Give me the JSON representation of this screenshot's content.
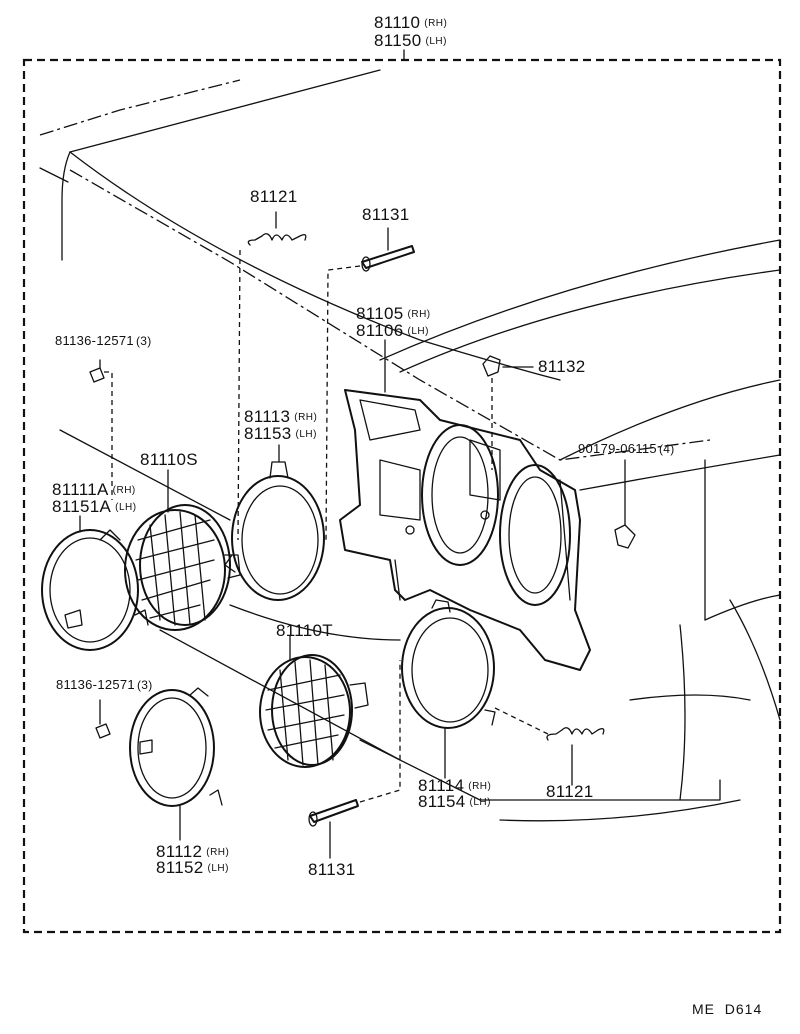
{
  "assembly": {
    "rh": {
      "number": "81110",
      "side": "(RH)"
    },
    "lh": {
      "number": "81150",
      "side": "(LH)"
    }
  },
  "parts": {
    "spring_top": {
      "number": "81121"
    },
    "screw_top": {
      "number": "81131"
    },
    "housing_rh": {
      "number": "81105",
      "side": "(RH)"
    },
    "housing_lh": {
      "number": "81106",
      "side": "(LH)"
    },
    "nut": {
      "number": "81132"
    },
    "clip": {
      "number": "90179-06115",
      "qty": "(4)"
    },
    "screw_small_top": {
      "number": "81136-12571",
      "qty": "(3)"
    },
    "ring_inner_rh": {
      "number": "81113",
      "side": "(RH)"
    },
    "ring_inner_lh": {
      "number": "81153",
      "side": "(LH)"
    },
    "unit_s": {
      "number": "81110S"
    },
    "rim_outer_rh": {
      "number": "81111A",
      "side": "(RH)"
    },
    "rim_outer_lh": {
      "number": "81151A",
      "side": "(LH)"
    },
    "unit_t": {
      "number": "81110T"
    },
    "screw_small_bottom": {
      "number": "81136-12571",
      "qty": "(3)"
    },
    "ring_lower_rh": {
      "number": "81114",
      "side": "(RH)"
    },
    "ring_lower_lh": {
      "number": "81154",
      "side": "(LH)"
    },
    "spring_bottom": {
      "number": "81121"
    },
    "rim_lower_rh": {
      "number": "81112",
      "side": "(RH)"
    },
    "rim_lower_lh": {
      "number": "81152",
      "side": "(LH)"
    },
    "screw_bottom": {
      "number": "81131"
    }
  },
  "footer": {
    "code": "ME  D614"
  }
}
